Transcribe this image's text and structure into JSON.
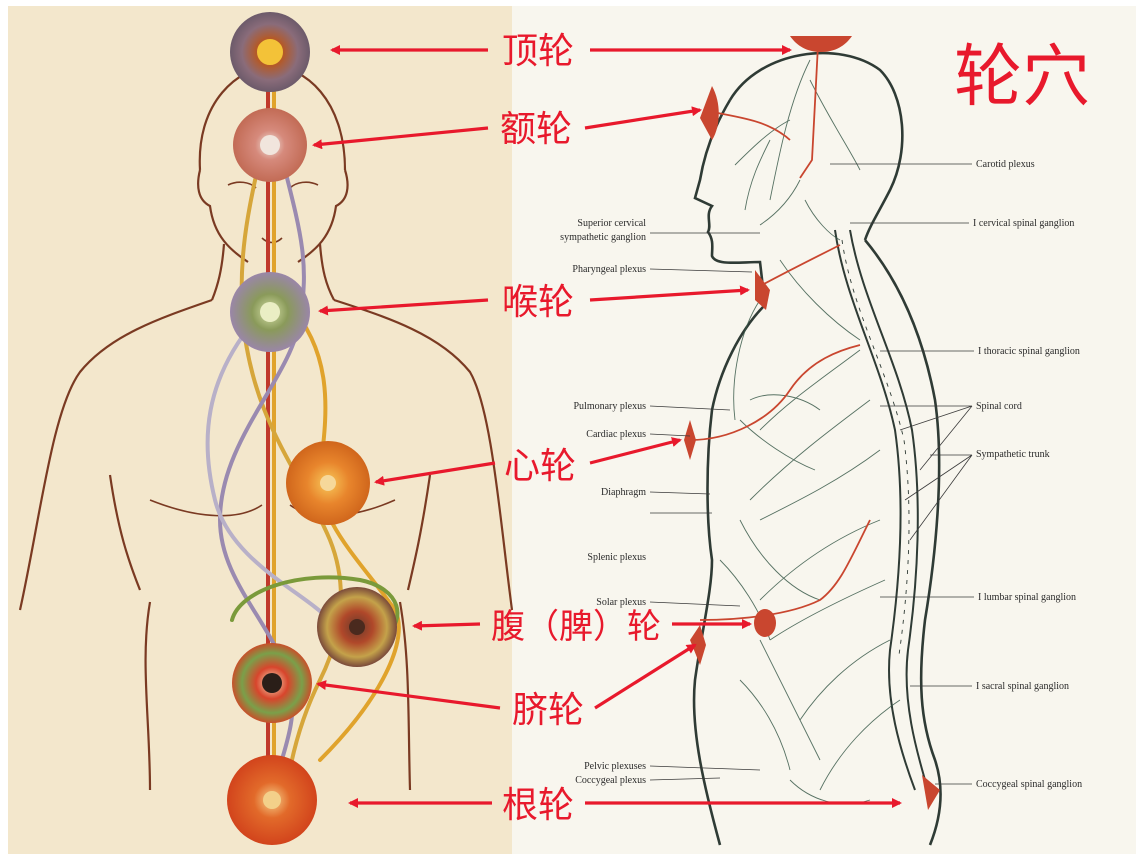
{
  "title": "轮穴",
  "colors": {
    "left_bg": "#f3e7cc",
    "right_bg": "#f7f4ea",
    "arrow": "#e8192c",
    "nerve_line": "#3a5a4a",
    "organ_red": "#c9462f",
    "body_outline": "#2f3b35"
  },
  "chakras": [
    {
      "id": "crown",
      "label": "顶轮"
    },
    {
      "id": "brow",
      "label": "额轮"
    },
    {
      "id": "throat",
      "label": "喉轮"
    },
    {
      "id": "heart",
      "label": "心轮"
    },
    {
      "id": "solar",
      "label": "腹（脾）轮"
    },
    {
      "id": "navel",
      "label": "脐轮"
    },
    {
      "id": "root",
      "label": "根轮"
    }
  ],
  "plexus_labels_left": [
    "Superior cervical",
    "sympathetic ganglion",
    "Pharyngeal plexus",
    "Pulmonary plexus",
    "Cardiac plexus",
    "Diaphragm",
    "Splenic plexus",
    "Solar plexus",
    "Pelvic plexuses",
    "Coccygeal plexus"
  ],
  "plexus_labels_right": [
    "Carotid plexus",
    "I cervical spinal ganglion",
    "I thoracic spinal ganglion",
    "Spinal cord",
    "Sympathetic trunk",
    "I lumbar spinal ganglion",
    "I sacral spinal ganglion",
    "Coccygeal spinal ganglion"
  ]
}
